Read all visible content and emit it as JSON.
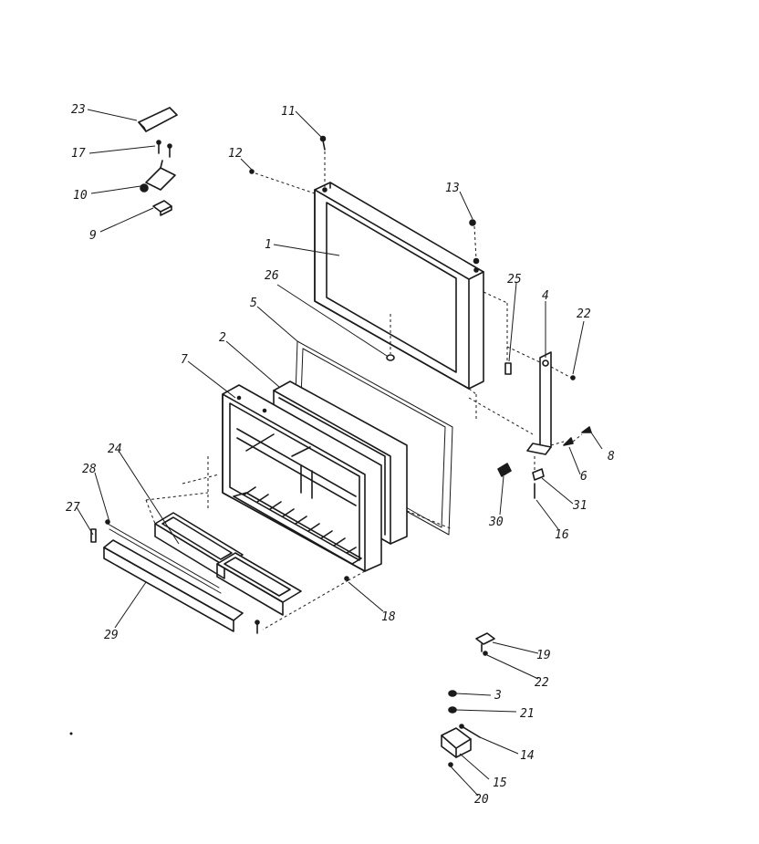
{
  "callouts": {
    "c1": "1",
    "c2": "2",
    "c3": "3",
    "c4": "4",
    "c5": "5",
    "c6": "6",
    "c7": "7",
    "c8": "8",
    "c9": "9",
    "c10": "10",
    "c11": "11",
    "c12": "12",
    "c13": "13",
    "c14": "14",
    "c15": "15",
    "c16": "16",
    "c17": "17",
    "c18": "18",
    "c19": "19",
    "c20": "20",
    "c21": "21",
    "c22a": "22",
    "c22b": "22",
    "c23": "23",
    "c24": "24",
    "c25": "25",
    "c26": "26",
    "c27": "27",
    "c28": "28",
    "c29": "29",
    "c30": "30",
    "c31": "31"
  }
}
